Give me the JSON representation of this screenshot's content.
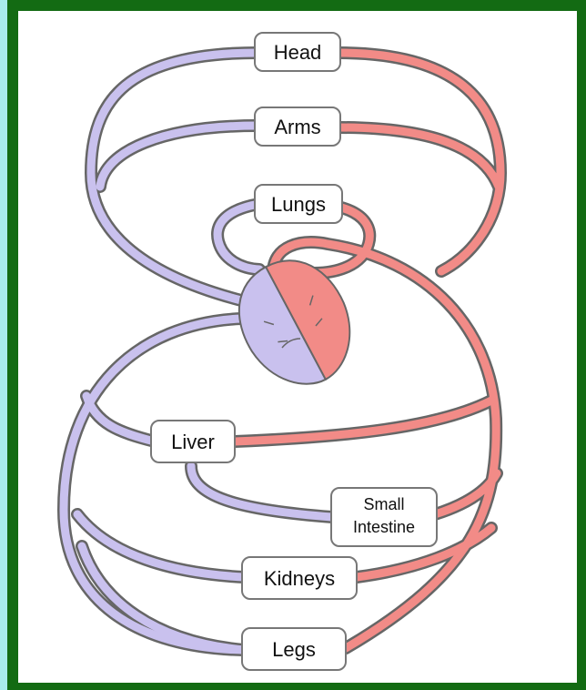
{
  "organs": {
    "head": "Head",
    "arms": "Arms",
    "lungs": "Lungs",
    "liver": "Liver",
    "small_intestine_line1": "Small",
    "small_intestine_line2": "Intestine",
    "kidneys": "Kidneys",
    "legs": "Legs"
  },
  "colors": {
    "background": "#a8ecec",
    "frame": "#136b13",
    "panel": "#ffffff",
    "deoxygenated": "#c9c1ee",
    "oxygenated": "#f28b87",
    "outline": "#666666",
    "label_box": "#ffffff"
  }
}
